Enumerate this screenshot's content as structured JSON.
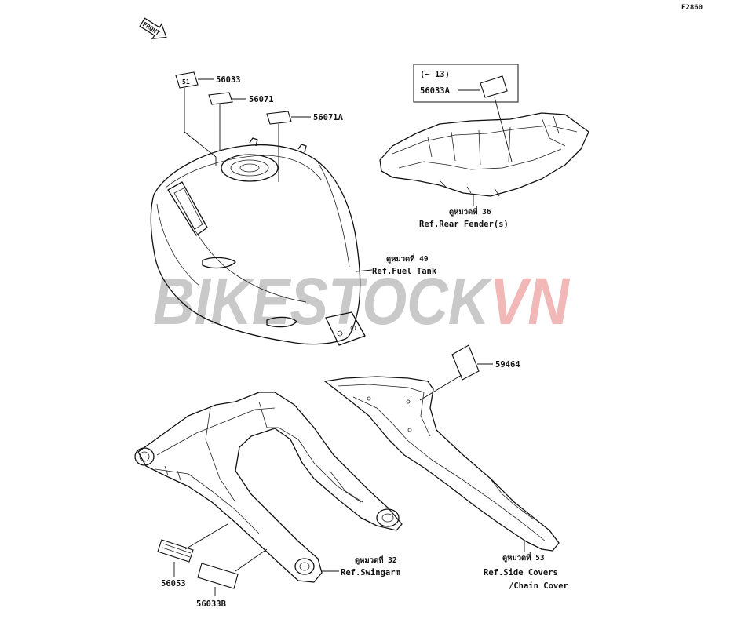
{
  "diagram_code": "F2860",
  "front_label": "FRONT",
  "watermark": {
    "part1": "BIKESTOCK",
    "part2": "VN",
    "color1": "#c9c9c9",
    "color2": "#f2b7b7"
  },
  "decal_badge_text": "51",
  "parts": {
    "p56033": "56033",
    "p56071": "56071",
    "p56071A": "56071A",
    "p56033A": "56033A",
    "p59464": "59464",
    "p56053": "56053",
    "p56033B": "56033B"
  },
  "inset_note": "(~ 13)",
  "refs": {
    "rear_fender": {
      "thai": "ดูหมวดที่ 36",
      "text": "Ref.Rear Fender(s)"
    },
    "fuel_tank": {
      "thai": "ดูหมวดที่ 49",
      "text": "Ref.Fuel Tank"
    },
    "swingarm": {
      "thai": "ดูหมวดที่ 32",
      "text": "Ref.Swingarm"
    },
    "side_covers": {
      "thai": "ดูหมวดที่ 53",
      "line1": "Ref.Side Covers",
      "line2": "/Chain Cover"
    }
  }
}
